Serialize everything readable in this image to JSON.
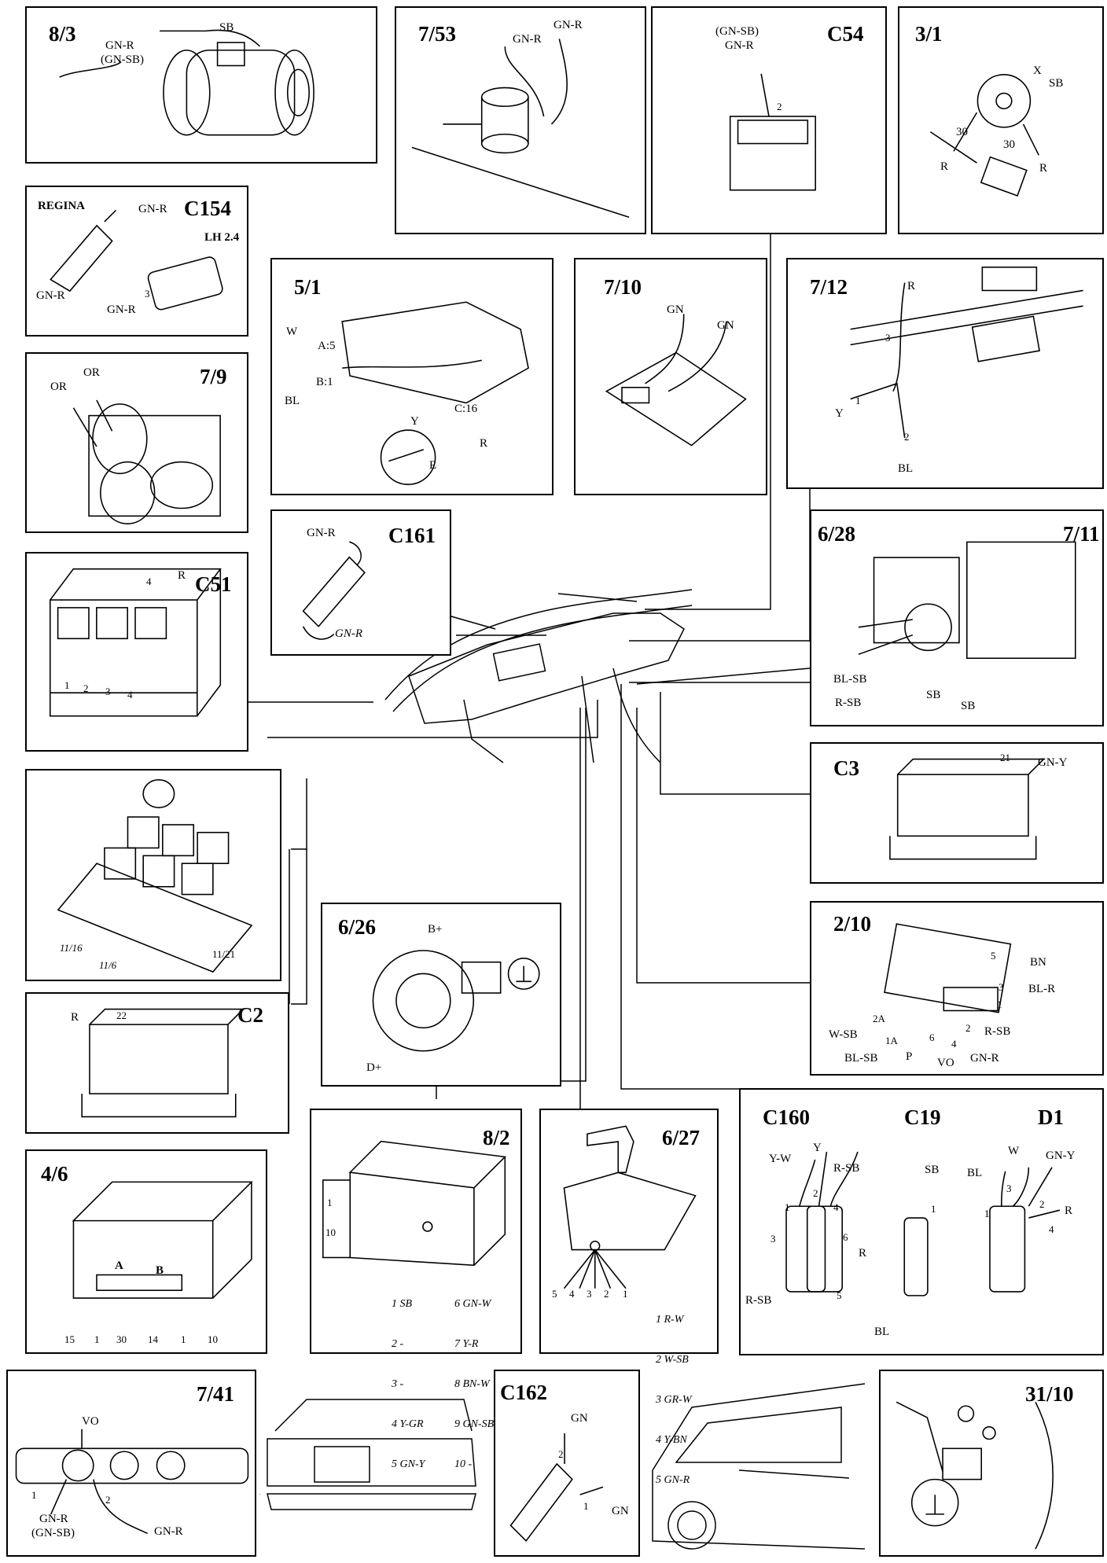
{
  "panels": {
    "p83": {
      "code": "8/3",
      "labels": [
        "GN-R",
        "(GN-SB)",
        "SB"
      ]
    },
    "p753": {
      "code": "7/53",
      "labels": [
        "GN-R",
        "GN-R"
      ]
    },
    "pc54": {
      "code": "C54",
      "labels": [
        "(GN-SB)",
        "GN-R",
        "2"
      ]
    },
    "p31": {
      "code": "3/1",
      "labels": [
        "X",
        "SB",
        "30",
        "30",
        "R",
        "R"
      ]
    },
    "pc154": {
      "code": "C154",
      "labels": [
        "REGINA",
        "GN-R",
        "LH 2.4",
        "GN-R",
        "3",
        "GN-R"
      ]
    },
    "p51": {
      "code": "5/1",
      "labels": [
        "W",
        "A:5",
        "B:1",
        "BL",
        "Y",
        "C:16",
        "R",
        "E"
      ]
    },
    "p710": {
      "code": "7/10",
      "labels": [
        "GN",
        "GN"
      ]
    },
    "p712": {
      "code": "7/12",
      "labels": [
        "R",
        "3",
        "1",
        "Y",
        "2",
        "BL"
      ]
    },
    "p79": {
      "code": "7/9",
      "labels": [
        "OR",
        "OR"
      ]
    },
    "pc161": {
      "code": "C161",
      "labels": [
        "GN-R",
        "GN-R"
      ]
    },
    "p628": {
      "code": "6/28",
      "code2": "7/11",
      "labels": [
        "BL-SB",
        "R-SB",
        "SB",
        "SB"
      ]
    },
    "pc51": {
      "code": "C51",
      "labels": [
        "4",
        "R",
        "1",
        "2",
        "3",
        "4"
      ]
    },
    "pc3": {
      "code": "C3",
      "labels": [
        "21",
        "GN-Y"
      ]
    },
    "prelay": {
      "labels": [
        "11/16",
        "11/6",
        "11/21"
      ]
    },
    "p626": {
      "code": "6/26",
      "labels": [
        "B+",
        "D+"
      ]
    },
    "p210": {
      "code": "2/10",
      "labels": [
        "5",
        "BN",
        "3",
        "BL-R",
        "1",
        "2A",
        "R-SB",
        "W-SB",
        "1A",
        "2",
        "6",
        "4",
        "BL-SB",
        "P",
        "VO",
        "GN-R"
      ]
    },
    "pc2": {
      "code": "C2",
      "labels": [
        "R",
        "22"
      ]
    },
    "p46": {
      "code": "4/6",
      "labels": [
        "A",
        "B",
        "15",
        "1",
        "30",
        "14",
        "1",
        "10"
      ]
    },
    "p82": {
      "code": "8/2",
      "labels": [
        "1",
        "10"
      ],
      "pins_left": [
        "1 SB",
        "2 -",
        "3 -",
        "4 Y-GR",
        "5 GN-Y"
      ],
      "pins_right": [
        "6 GN-W",
        "7 Y-R",
        "8 BN-W",
        "9 GN-SB",
        "10 -"
      ]
    },
    "p627": {
      "code": "6/27",
      "labels": [
        "5",
        "4",
        "3",
        "2",
        "1"
      ],
      "pins": [
        "1 R-W",
        "2 W-SB",
        "3 GR-W",
        "4 Y-BN",
        "5 GN-R"
      ]
    },
    "pc160": {
      "code": "C160",
      "code2": "C19",
      "code3": "D1",
      "labels": [
        "Y-W",
        "Y",
        "R-SB",
        "1",
        "2",
        "4",
        "3",
        "6",
        "R",
        "R-SB",
        "5",
        "BL",
        "SB",
        "1",
        "W",
        "GN-Y",
        "BL",
        "3",
        "2",
        "1",
        "R",
        "4"
      ]
    },
    "p741": {
      "code": "7/41",
      "labels": [
        "VO",
        "1",
        "2",
        "GN-R",
        "(GN-SB)",
        "GN-R"
      ]
    },
    "pc162": {
      "code": "C162",
      "labels": [
        "GN",
        "2",
        "1",
        "GN"
      ]
    },
    "p3110": {
      "code": "31/10"
    }
  }
}
